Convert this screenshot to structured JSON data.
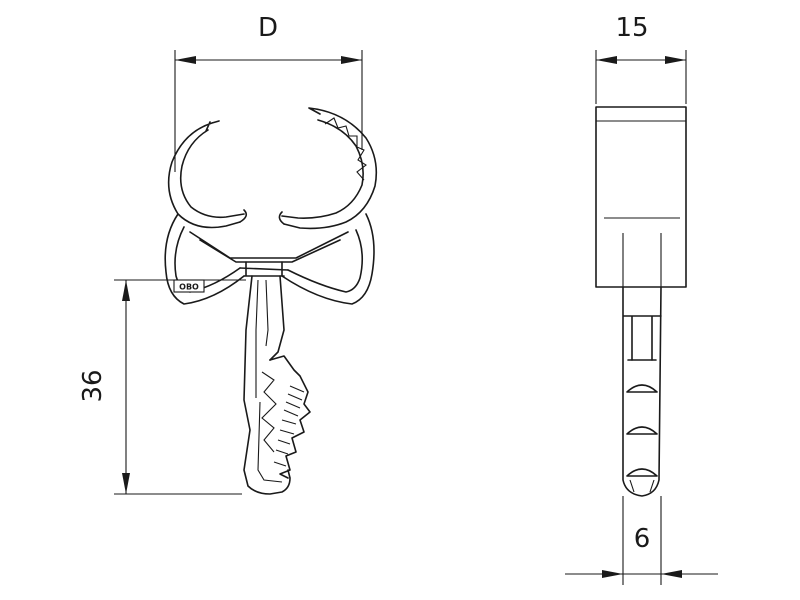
{
  "dimensions": {
    "width_label": "D",
    "side_width": "15",
    "height": "36",
    "pin_width": "6"
  },
  "brand_mark": "OBO"
}
